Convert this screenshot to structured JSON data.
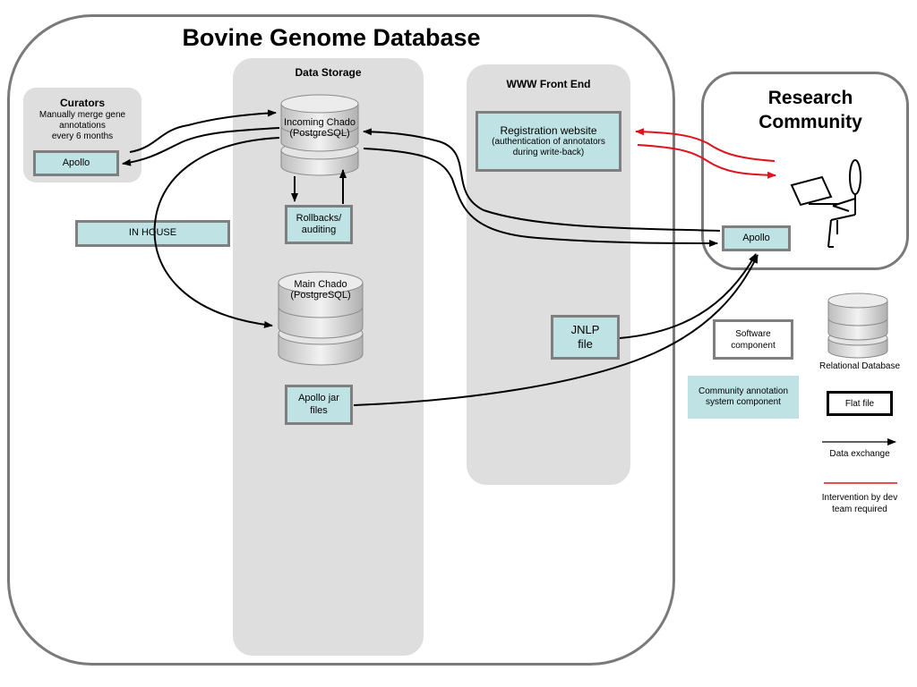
{
  "title": "Bovine Genome Database",
  "research_community": {
    "title_line1": "Research",
    "title_line2": "Community"
  },
  "curators": {
    "title": "Curators",
    "desc_line1": "Manually merge gene",
    "desc_line2": "annotations",
    "desc_line3": "every 6 months",
    "apollo_label": "Apollo"
  },
  "data_storage": {
    "title": "Data Storage",
    "incoming_db_line1": "Incoming Chado",
    "incoming_db_line2": "(PostgreSQL)",
    "rollbacks_line1": "Rollbacks/",
    "rollbacks_line2": "auditing",
    "main_db_line1": "Main Chado",
    "main_db_line2": "(PostgreSQL)",
    "apollo_jar_line1": "Apollo jar",
    "apollo_jar_line2": "files"
  },
  "www_front_end": {
    "title": "WWW Front End",
    "registration_line1": "Registration website",
    "registration_line2": "(authentication of annotators",
    "registration_line3": "during write-back)",
    "jnlp_line1": "JNLP",
    "jnlp_line2": "file"
  },
  "in_house_label": "IN HOUSE",
  "research_apollo_label": "Apollo",
  "legend": {
    "software_component_line1": "Software",
    "software_component_line2": "component",
    "relational_db": "Relational Database",
    "community_line1": "Community annotation",
    "community_line2": "system component",
    "flat_file": "Flat file",
    "data_exchange": "Data exchange",
    "intervention_line1": "Intervention by dev",
    "intervention_line2": "team required"
  },
  "colors": {
    "component_fill": "#bfe3e5",
    "panel_fill": "#dedede",
    "frame_border": "#7a7a7a",
    "intervention_red": "#e0141e"
  }
}
